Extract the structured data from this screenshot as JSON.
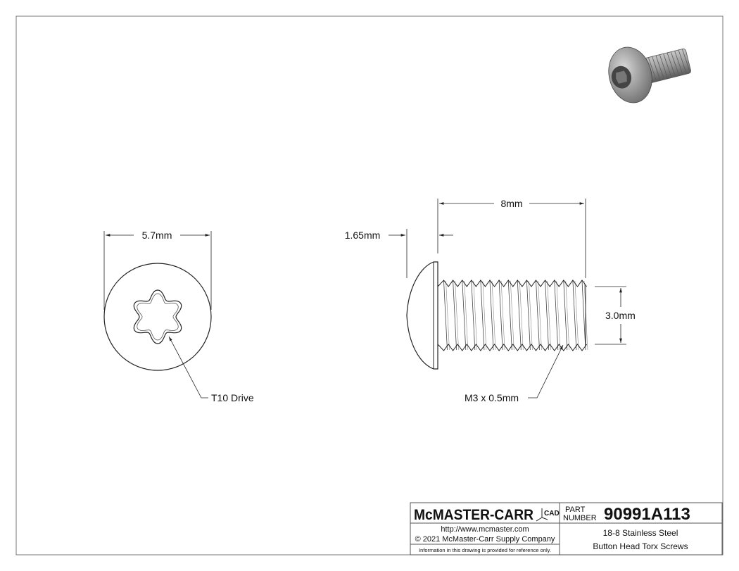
{
  "dimensions": {
    "head_diameter": "5.7mm",
    "head_height": "1.65mm",
    "length": "8mm",
    "thread_diameter": "3.0mm"
  },
  "callouts": {
    "drive": "T10 Drive",
    "thread": "M3 x 0.5mm"
  },
  "title_block": {
    "logo": "McMASTER-CARR",
    "cad_mark": "CAD",
    "part_label_1": "PART",
    "part_label_2": "NUMBER",
    "part_number": "90991A113",
    "url": "http://www.mcmaster.com",
    "copyright": "© 2021 McMaster-Carr Supply Company",
    "disclaimer": "Information in this drawing is provided for reference only.",
    "description_1": "18-8 Stainless Steel",
    "description_2": "Button Head Torx Screws"
  },
  "colors": {
    "line": "#222222",
    "dim_line": "#555555",
    "render_grey": "#9a9a9a"
  }
}
